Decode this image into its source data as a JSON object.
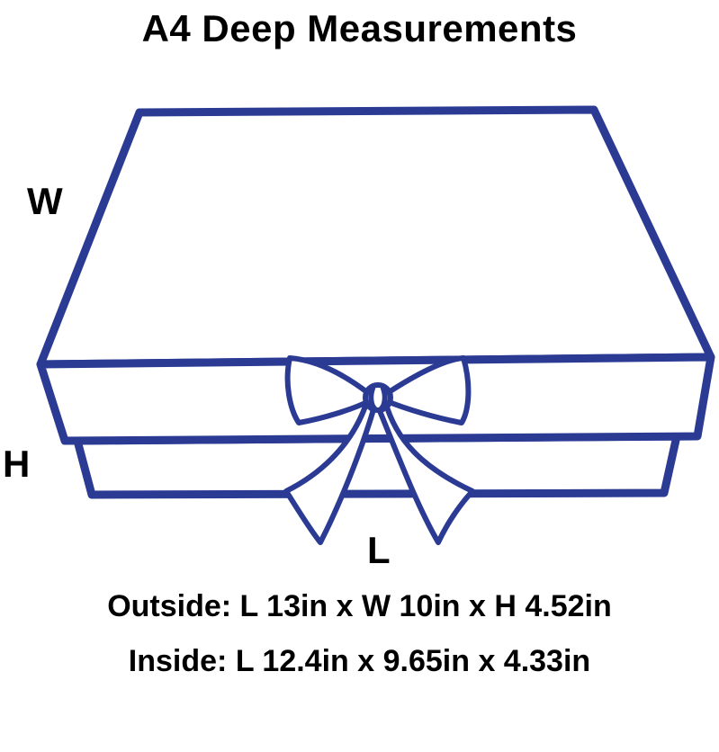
{
  "title": "A4 Deep Measurements",
  "labels": {
    "width": "W",
    "height": "H",
    "length": "L"
  },
  "measurements": {
    "outside": "Outside: L 13in x W 10in x H 4.52in",
    "inside": "Inside: L 12.4in x 9.65in x 4.33in"
  },
  "colors": {
    "outline": "#2b3b94",
    "fill": "#ffffff",
    "text": "#000000"
  }
}
